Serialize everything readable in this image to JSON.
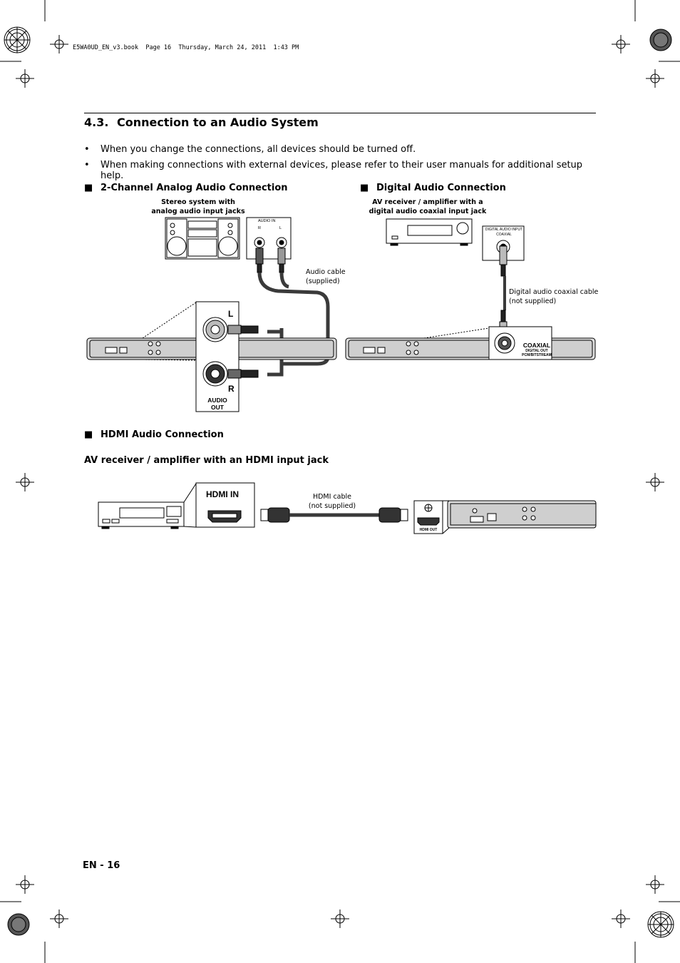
{
  "header": {
    "book_info": "E5WA0UD_EN_v3.book  Page 16  Thursday, March 24, 2011  1:43 PM"
  },
  "section": {
    "number": "4.3.",
    "title": "Connection to an Audio System"
  },
  "bullets": [
    "When you change the connections, all devices should be turned off.",
    "When making connections with external devices, please refer to their user manuals for additional setup help."
  ],
  "analog": {
    "heading": "2-Channel Analog Audio Connection",
    "device_caption_line1": "Stereo system with",
    "device_caption_line2": "analog audio input jacks",
    "audio_in_label": "AUDIO IN",
    "jack_r": "R",
    "jack_l": "L",
    "cable_line1": "Audio cable",
    "cable_line2": "(supplied)",
    "callout_l": "L",
    "callout_r": "R",
    "audio_out_line1": "AUDIO",
    "audio_out_line2": "OUT"
  },
  "digital": {
    "heading": "Digital Audio Connection",
    "device_caption_line1": "AV receiver / amplifier with a",
    "device_caption_line2": "digital audio coaxial input jack",
    "input_label_line1": "DIGITAL AUDIO INPUT",
    "input_label_line2": "COAXIAL",
    "cable_line1": "Digital audio coaxial cable",
    "cable_line2": "(not supplied)",
    "coaxial_label": "COAXIAL",
    "digital_out_label": "DIGITAL OUT",
    "pcm_label": "PCM/BITSTREAM"
  },
  "hdmi": {
    "heading": "HDMI Audio Connection",
    "subheading": "AV receiver / amplifier with an HDMI input jack",
    "hdmi_in_label": "HDMI IN",
    "cable_line1": "HDMI cable",
    "cable_line2": "(not supplied)",
    "hdmi_out_label": "HDMI OUT"
  },
  "footer": {
    "page_number": "EN - 16"
  },
  "colors": {
    "text": "#000000",
    "device_fill": "#ffffff",
    "player_fill": "#d9d9d9",
    "cable": "#3a3a3a"
  }
}
